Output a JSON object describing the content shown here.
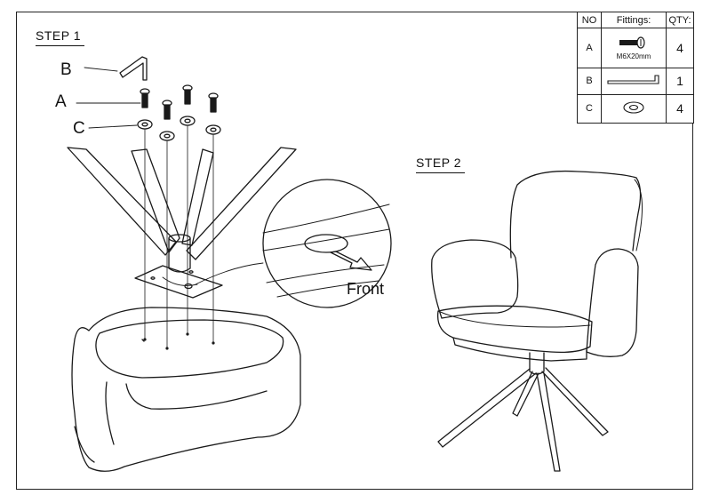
{
  "step1": {
    "title": "STEP 1"
  },
  "step2": {
    "title": "STEP 2"
  },
  "callouts": {
    "a": "A",
    "b": "B",
    "c": "C"
  },
  "front_label": "Front",
  "fittings_table": {
    "headers": [
      "NO",
      "Fittings:",
      "QTY:"
    ],
    "rows": [
      {
        "no": "A",
        "icon": "bolt-icon",
        "spec": "M6X20mm",
        "qty": "4"
      },
      {
        "no": "B",
        "icon": "allen-key-icon",
        "spec": "",
        "qty": "1"
      },
      {
        "no": "C",
        "icon": "washer-icon",
        "spec": "",
        "qty": "4"
      }
    ]
  },
  "colors": {
    "line": "#1a1a1a",
    "background": "#ffffff"
  }
}
